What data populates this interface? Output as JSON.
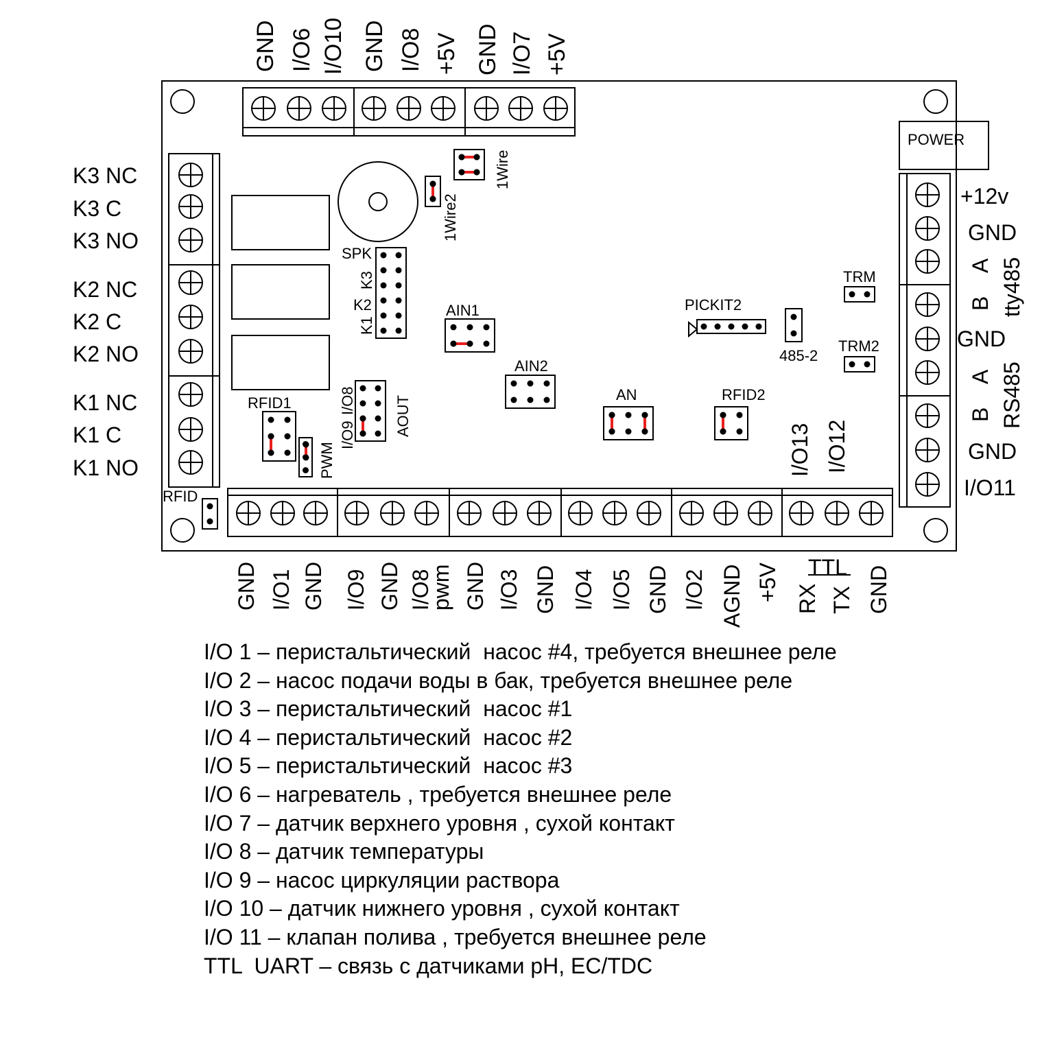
{
  "top_labels": [
    "GND",
    "I/O6",
    "I/O10",
    "GND",
    "I/O8",
    "+5V",
    "GND",
    "I/O7",
    "+5V"
  ],
  "left_labels": [
    "K3 NC",
    "K3 C",
    "K3 NO",
    "K2 NC",
    "K2 C",
    "K2 NO",
    "K1 NC",
    "K1 C",
    "K1 NO"
  ],
  "right_labels": {
    "pins": [
      "+12v",
      "GND",
      "A",
      "B",
      "GND",
      "A",
      "B",
      "GND",
      "I/O11"
    ],
    "bus_tty485": "tty485",
    "bus_rs485": "RS485"
  },
  "bottom_labels": [
    "GND",
    "I/O1",
    "GND",
    "I/O9",
    "GND",
    "I/O8",
    "pwm",
    "GND",
    "I/O3",
    "GND",
    "I/O4",
    "I/O5",
    "GND",
    "I/O2",
    "AGND",
    "+5V",
    "RX",
    "TX",
    "GND",
    "TTL"
  ],
  "board_labels": {
    "power": "POWER",
    "onewire": "1Wire",
    "onewire2": "1Wire2",
    "spk": "SPK",
    "k3": "K3",
    "k2": "K2",
    "k1": "K1",
    "ain1": "AIN1",
    "ain2": "AIN2",
    "an": "AN",
    "pickit2": "PICKIT2",
    "rs485_2": "485-2",
    "trm": "TRM",
    "trm2": "TRM2",
    "rfid1": "RFID1",
    "rfid2": "RFID2",
    "rfid": "RFID",
    "pwm": "PWM",
    "io9": "I/O9",
    "io8": "I/O8",
    "aout": "AOUT",
    "io13": "I/O13",
    "io12": "I/O12"
  },
  "legend": [
    "I/O 1 – перистальтический  насос #4, требуется внешнее реле",
    "I/O 2 – насос подачи воды в бак, требуется внешнее реле",
    "I/O 3 – перистальтический  насос #1",
    "I/O 4 – перистальтический  насос #2",
    "I/O 5 – перистальтический  насос #3",
    "I/O 6 – нагреватель , требуется внешнее реле",
    "I/O 7 – датчик верхнего уровня , сухой контакт",
    "I/O 8 – датчик температуры",
    "I/O 9 – насос циркуляции раствора",
    "I/O 10 – датчик нижнего уровня , сухой контакт",
    "I/O 11 – клапан полива , требуется внешнее реле",
    "TTL  UART – связь с датчиками pH, EC/TDC"
  ],
  "colors": {
    "line": "#000000",
    "jumper": "#e8201e",
    "background": "#ffffff"
  }
}
